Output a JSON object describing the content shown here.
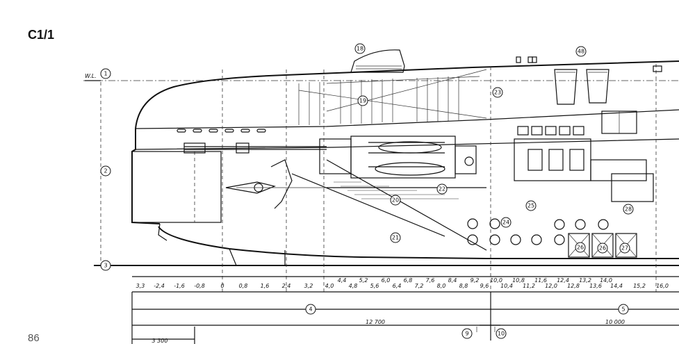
{
  "page": {
    "code": "C1/1",
    "number": "86"
  },
  "drawing": {
    "waterline_label": "W.L.",
    "station_ticks": [
      "3,3",
      "-2,4",
      "-1,6",
      "-0,8",
      "0",
      "0,8",
      "1,6",
      "2,4",
      "3,2",
      "4,0",
      "4,4",
      "4,8",
      "5,2",
      "5,6",
      "6,0",
      "6,4",
      "6,8",
      "7,2",
      "7,6",
      "8,0",
      "8,4",
      "8,8",
      "9,2",
      "9,6",
      "10,0",
      "10,4",
      "10,8",
      "11,2",
      "11,6",
      "12,0",
      "12,4",
      "12,8",
      "13,2",
      "13,6",
      "14,0",
      "14,4",
      "15,2",
      "16,0"
    ],
    "dimensions": [
      "12 700",
      "10 000",
      "3 300"
    ],
    "callouts": [
      "1",
      "2",
      "3",
      "4",
      "5",
      "9",
      "10",
      "18",
      "19",
      "20",
      "21",
      "22",
      "23",
      "24",
      "25",
      "26",
      "26",
      "27",
      "28",
      "48"
    ]
  }
}
